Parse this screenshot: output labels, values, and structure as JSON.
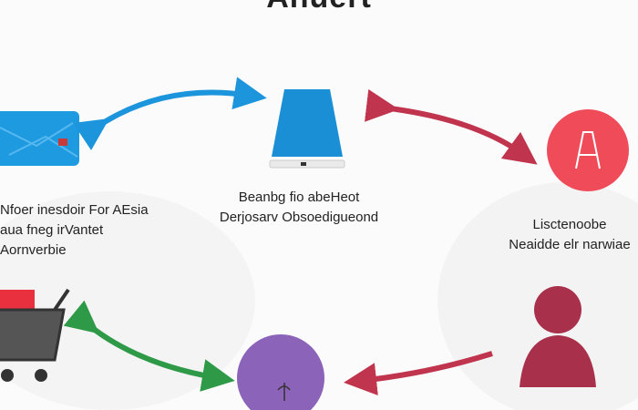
{
  "title": "Anuert",
  "nodes": {
    "card": {
      "lines": [
        "Nfoer inesdoir For AEsia",
        "aua fneg irVantet",
        "Aornverbie"
      ],
      "color": "#1e9be0"
    },
    "center": {
      "lines": [
        "Beanbg fio abeHeot",
        "Derjosarv Obsoedigueond"
      ],
      "color": "#1a8fd6"
    },
    "right": {
      "lines": [
        "Lisctenoobe",
        "Neaidde elr narwiae"
      ],
      "color": "#ef4b59"
    },
    "cart": {
      "color": "#e8303f"
    },
    "globe": {
      "color": "#8b63b8"
    },
    "person": {
      "color": "#a8304a"
    }
  },
  "arrows": {
    "blue": "#1c95dc",
    "red": "#c0344e",
    "green": "#2e9a48"
  }
}
